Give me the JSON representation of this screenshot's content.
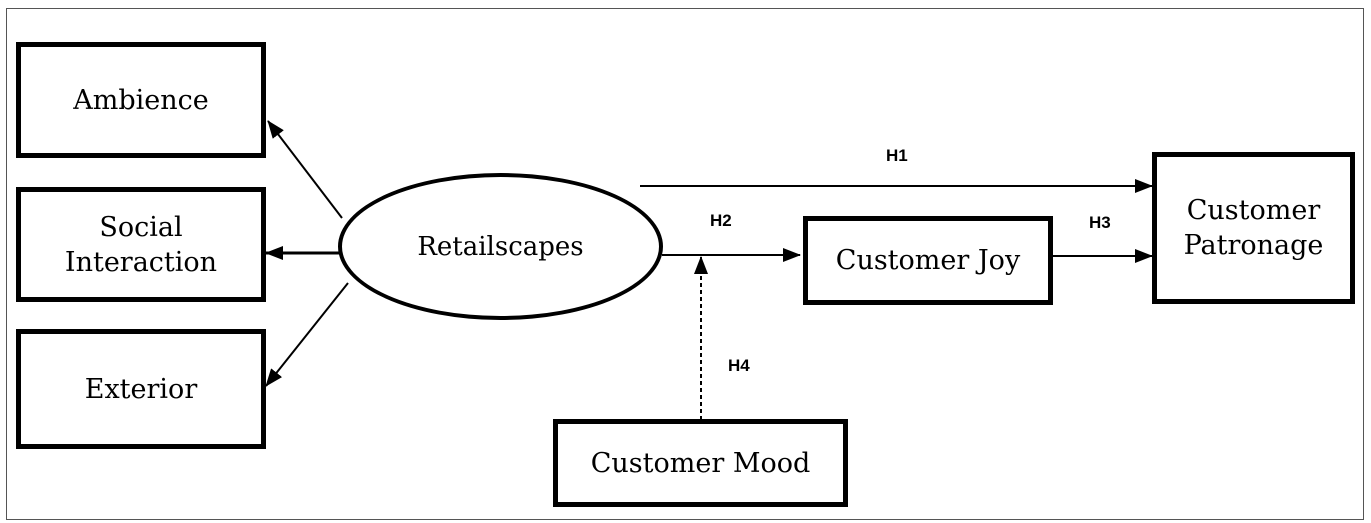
{
  "nodes": {
    "ambience": "Ambience",
    "social_line1": "Social",
    "social_line2": "Interaction",
    "exterior": "Exterior",
    "retailscapes": "Retailscapes",
    "customer_joy": "Customer Joy",
    "patronage_line1": "Customer",
    "patronage_line2": "Patronage",
    "customer_mood": "Customer Mood"
  },
  "hypotheses": {
    "h1": "H1",
    "h2": "H2",
    "h3": "H3",
    "h4": "H4"
  }
}
